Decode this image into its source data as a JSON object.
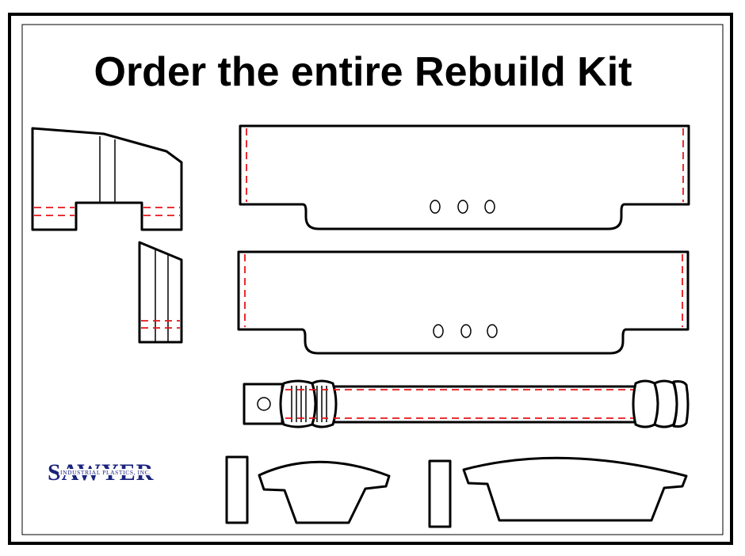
{
  "title": "Order the entire Rebuild Kit",
  "logo": {
    "name": "SAWYER",
    "tagline": "INDUSTRIAL PLASTICS, INC."
  },
  "colors": {
    "outline": "#000000",
    "seam_dash": "#e8141a",
    "logo_blue": "#1a237e"
  }
}
